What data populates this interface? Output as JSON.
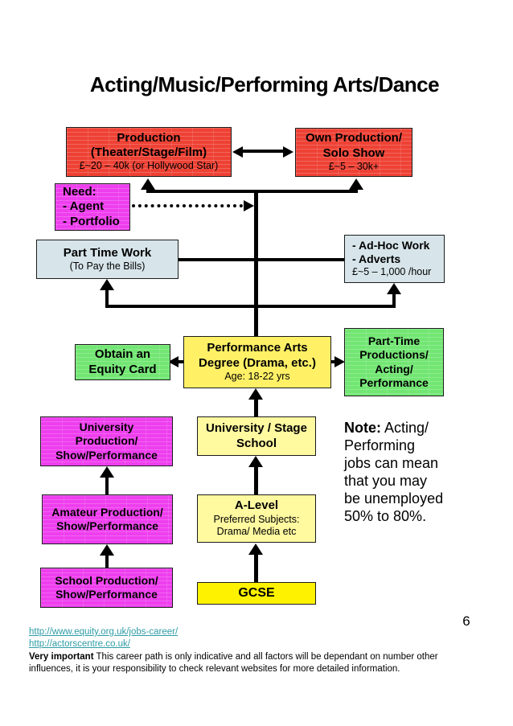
{
  "title": "Acting/Music/Performing Arts/Dance",
  "boxes": {
    "production": {
      "l1": "Production",
      "l2": "(Theater/Stage/Film)",
      "l3": "£~20 – 40k (or Hollywood Star)"
    },
    "own_production": {
      "l1": "Own Production/",
      "l2": "Solo Show",
      "l3": "£~5 – 30k+"
    },
    "need": {
      "l1": "Need:",
      "l2": "- Agent",
      "l3": "- Portfolio"
    },
    "part_time_work": {
      "l1": "Part Time Work",
      "l2": "(To Pay the Bills)"
    },
    "ad_hoc": {
      "l1": "- Ad-Hoc Work",
      "l2": "- Adverts",
      "l3": "£~5 – 1,000 /hour"
    },
    "degree": {
      "l1": "Performance Arts",
      "l2": "Degree (Drama, etc.)",
      "l3": "Age: 18-22 yrs"
    },
    "equity": {
      "l1": "Obtain an",
      "l2": "Equity Card"
    },
    "pt_productions": {
      "l1": "Part-Time",
      "l2": "Productions/",
      "l3": "Acting/",
      "l4": "Performance"
    },
    "univ_stage": {
      "l1": "University / Stage",
      "l2": "School"
    },
    "univ_production": {
      "l1": "University",
      "l2": "Production/",
      "l3": "Show/Performance"
    },
    "a_level": {
      "l1": "A-Level",
      "l2": "Preferred Subjects:",
      "l3": "Drama/ Media etc"
    },
    "amateur": {
      "l1": "Amateur Production/",
      "l2": "Show/Performance"
    },
    "gcse": {
      "l1": "GCSE"
    },
    "school": {
      "l1": "School Production/",
      "l2": "Show/Performance"
    }
  },
  "note": {
    "prefix": "Note:",
    "l1": " Acting/",
    "l2": "Performing",
    "l3": "jobs can mean",
    "l4": "that you may",
    "l5": "be unemployed",
    "l6": "50% to 80%."
  },
  "footer": {
    "link1": "http://www.equity.org.uk/jobs-career/",
    "link2": "http://actorscentre.co.uk/",
    "disclaimer_bold": "Very important",
    "disclaimer_rest": " This career path is only indicative and all factors will be dependant on number other influences, it is your responsibility to check relevant websites for more detailed information.",
    "page_number": "6"
  },
  "colors": {
    "red": "#ee4134",
    "magenta": "#ee3eee",
    "light_blue": "#d7e5ea",
    "yellow_mid": "#fff066",
    "yellow_pale": "#fff9a0",
    "yellow_bright": "#fff200",
    "green": "#72e673",
    "link_teal": "#2f9ca6",
    "connector": "#000000",
    "background": "#ffffff"
  }
}
